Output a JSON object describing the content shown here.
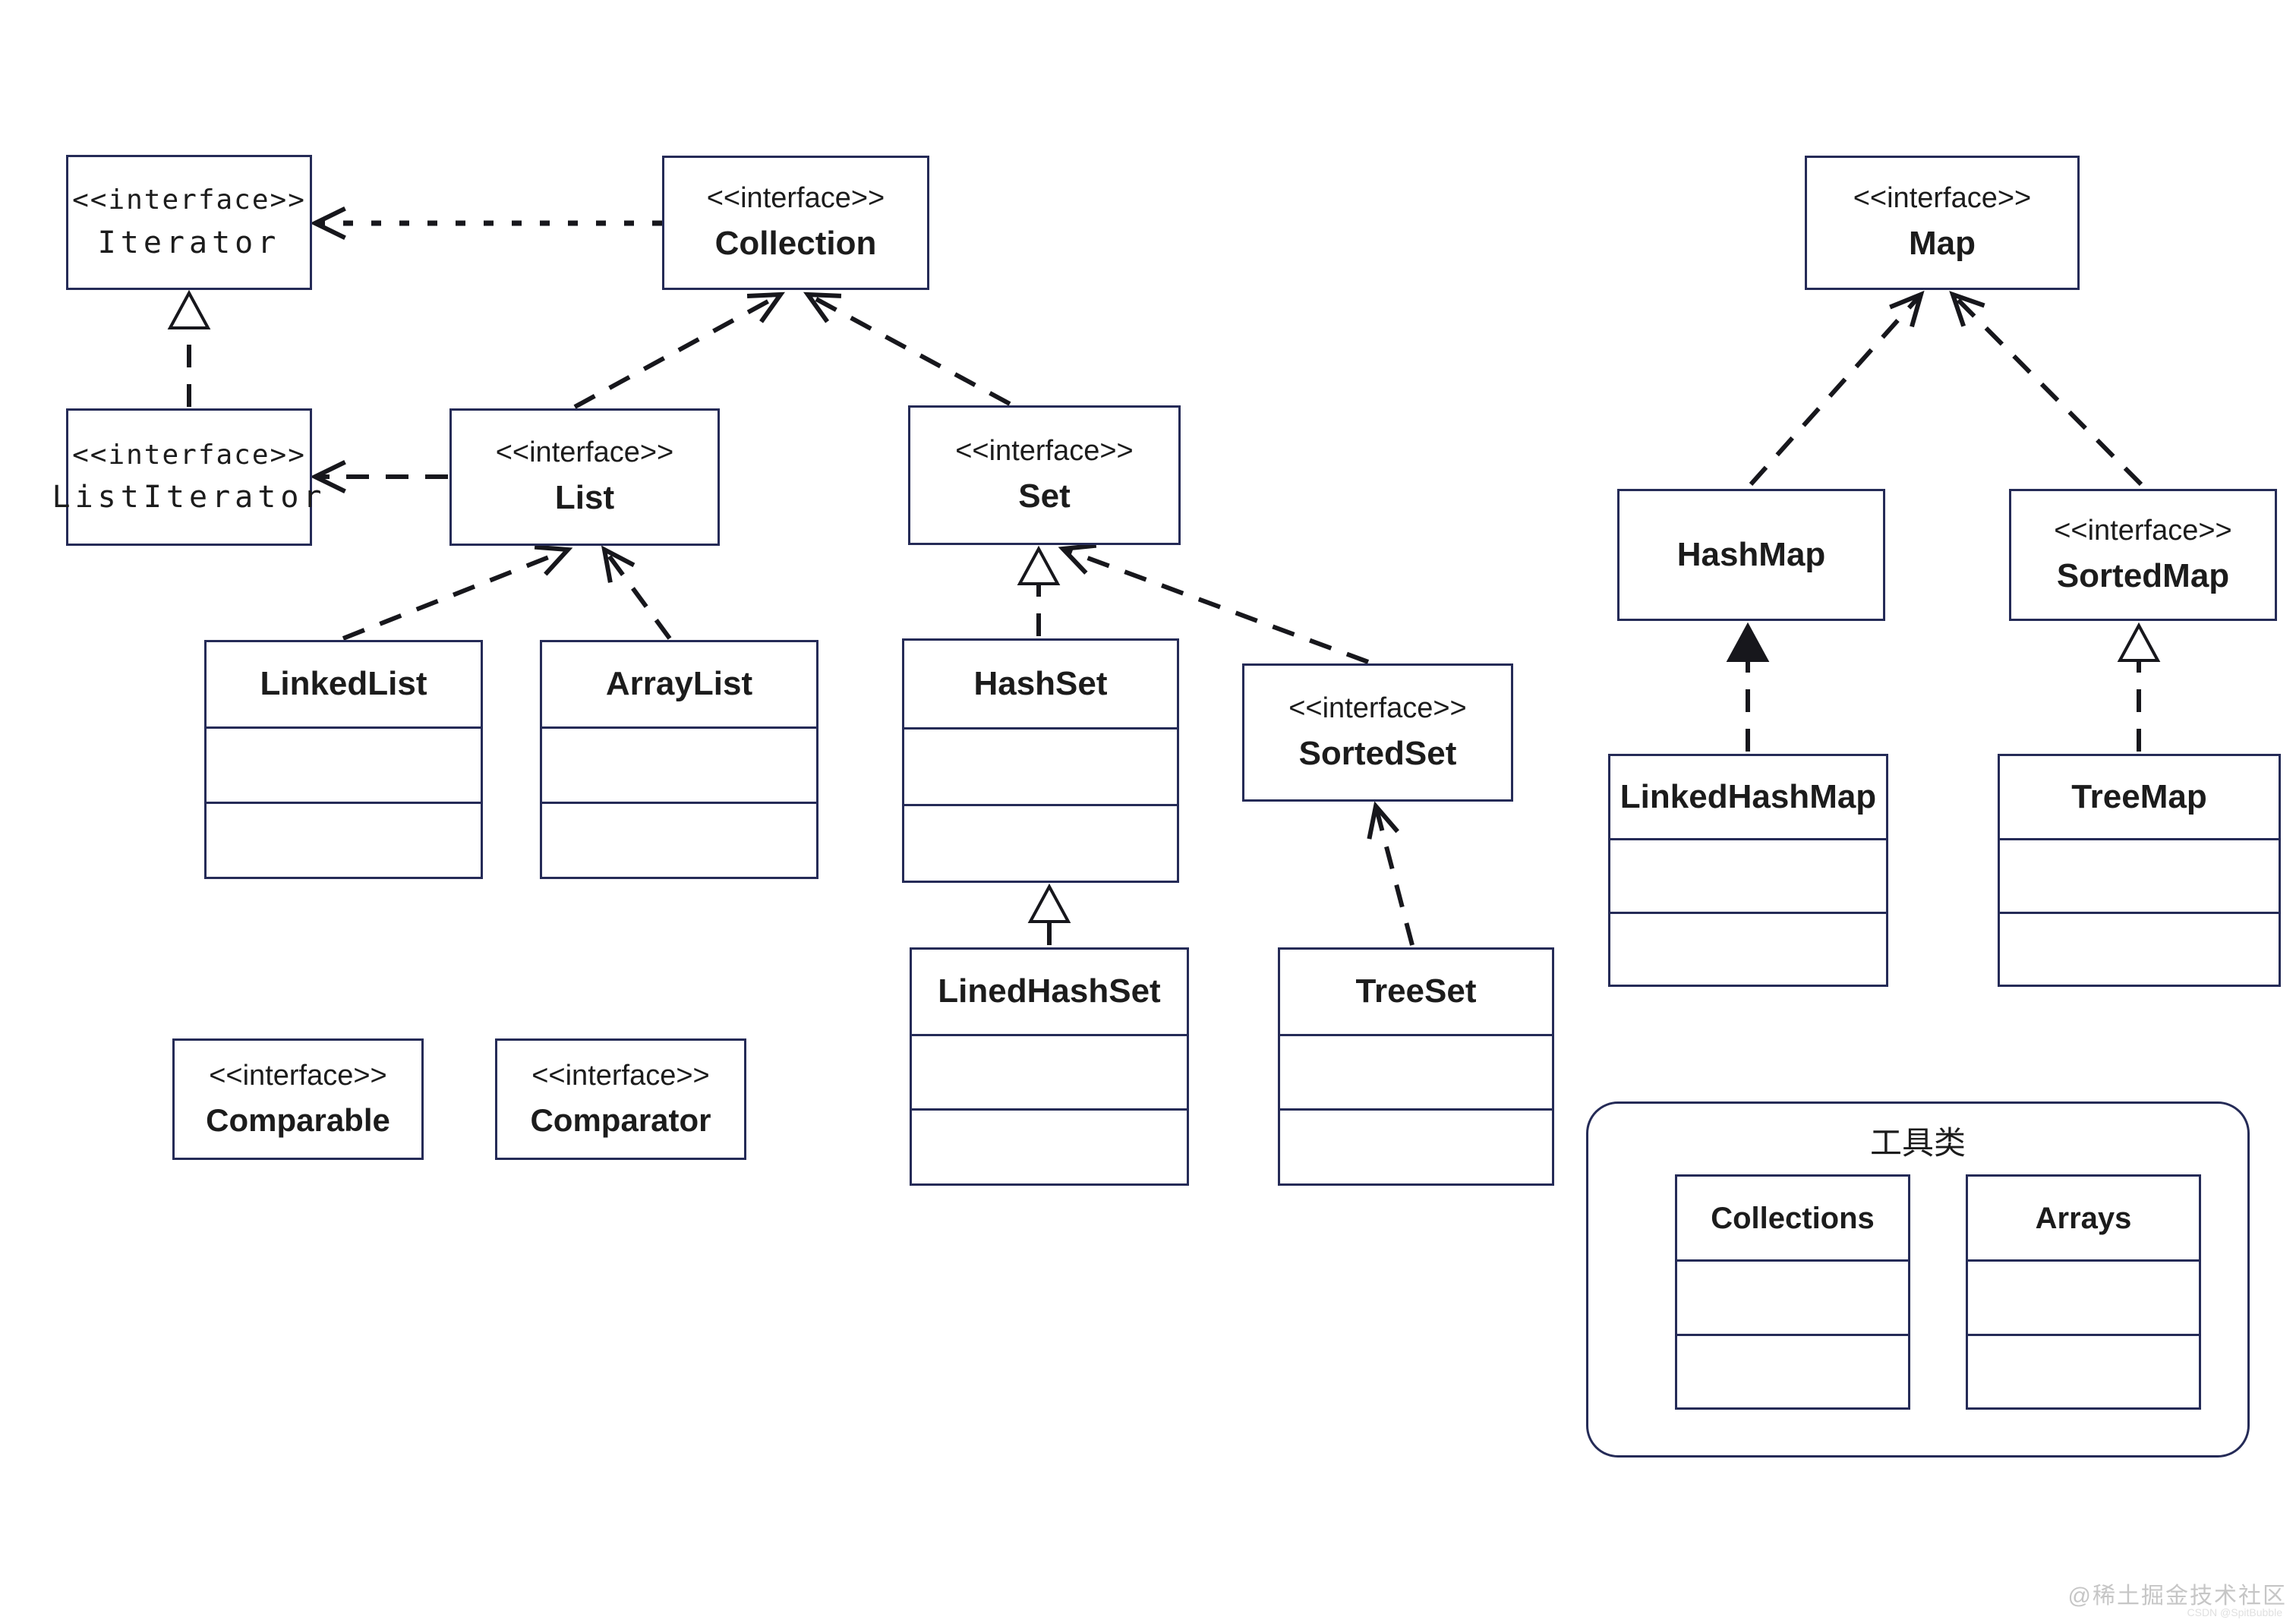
{
  "diagram": {
    "nodes": {
      "iterator": {
        "stereotype": "<<interface>>",
        "name": "Iterator"
      },
      "listiterator": {
        "stereotype": "<<interface>>",
        "name": "ListIterator"
      },
      "collection": {
        "stereotype": "<<interface>>",
        "name": "Collection"
      },
      "list": {
        "stereotype": "<<interface>>",
        "name": "List"
      },
      "set": {
        "stereotype": "<<interface>>",
        "name": "Set"
      },
      "sortedset": {
        "stereotype": "<<interface>>",
        "name": "SortedSet"
      },
      "map": {
        "stereotype": "<<interface>>",
        "name": "Map"
      },
      "sortedmap": {
        "stereotype": "<<interface>>",
        "name": "SortedMap"
      },
      "comparable": {
        "stereotype": "<<interface>>",
        "name": "Comparable"
      },
      "comparator": {
        "stereotype": "<<interface>>",
        "name": "Comparator"
      },
      "linkedlist": {
        "name": "LinkedList"
      },
      "arraylist": {
        "name": "ArrayList"
      },
      "hashset": {
        "name": "HashSet"
      },
      "linedhashset": {
        "name": "LinedHashSet"
      },
      "treeset": {
        "name": "TreeSet"
      },
      "hashmap": {
        "name": "HashMap"
      },
      "linkedhashmap": {
        "name": "LinkedHashMap"
      },
      "treemap": {
        "name": "TreeMap"
      },
      "collections": {
        "name": "Collections"
      },
      "arrays": {
        "name": "Arrays"
      }
    },
    "utility": {
      "label": "工具类"
    },
    "watermark": {
      "text": "@稀土掘金技术社区",
      "subtext": "CSDN @SpitBubble"
    },
    "colors": {
      "border": "#252b57",
      "line": "#17171c",
      "background": "#ffffff",
      "watermark": "#c6c6c6"
    }
  }
}
